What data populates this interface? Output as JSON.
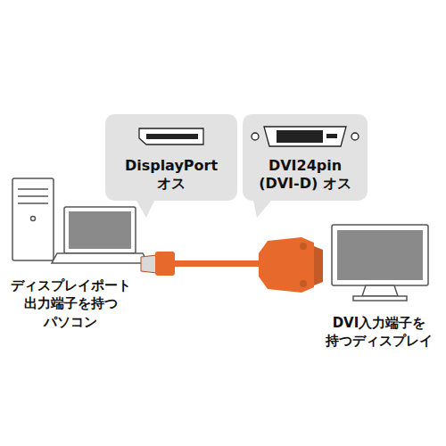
{
  "diagram": {
    "nodes": [
      {
        "text": [
          "DisplayPort オス"
        ]
      },
      {
        "text": [
          "DVI24pin (DVI-D) オス"
        ]
      }
    ],
    "labels": [
      "ディスプレイポート 出力端子を持つ パソコン",
      "DVI入力端子を 持つディスプレイ"
    ]
  }
}
